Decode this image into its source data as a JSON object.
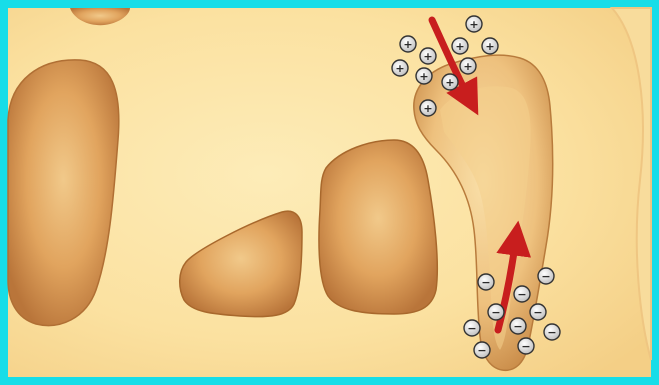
{
  "colors": {
    "frame": "#17dde8",
    "background_light": "#fde9b0",
    "background_mid": "#f6d58c",
    "cell_fill": "#e3ab63",
    "cell_edge": "#a8682c",
    "arrow": "#c81e1e",
    "ion_fill": "#e8e8e8",
    "ion_stroke": "#333333"
  },
  "diagram": {
    "subject": "bent cell with charge separation: positive ions gather at the top, negative ions at the bottom",
    "ions": {
      "positive": {
        "sign": "+",
        "count": 10
      },
      "negative": {
        "sign": "−",
        "count": 10
      }
    },
    "arrows": [
      {
        "name": "downward-arrow",
        "direction": "down"
      },
      {
        "name": "upward-arrow",
        "direction": "up"
      }
    ]
  }
}
